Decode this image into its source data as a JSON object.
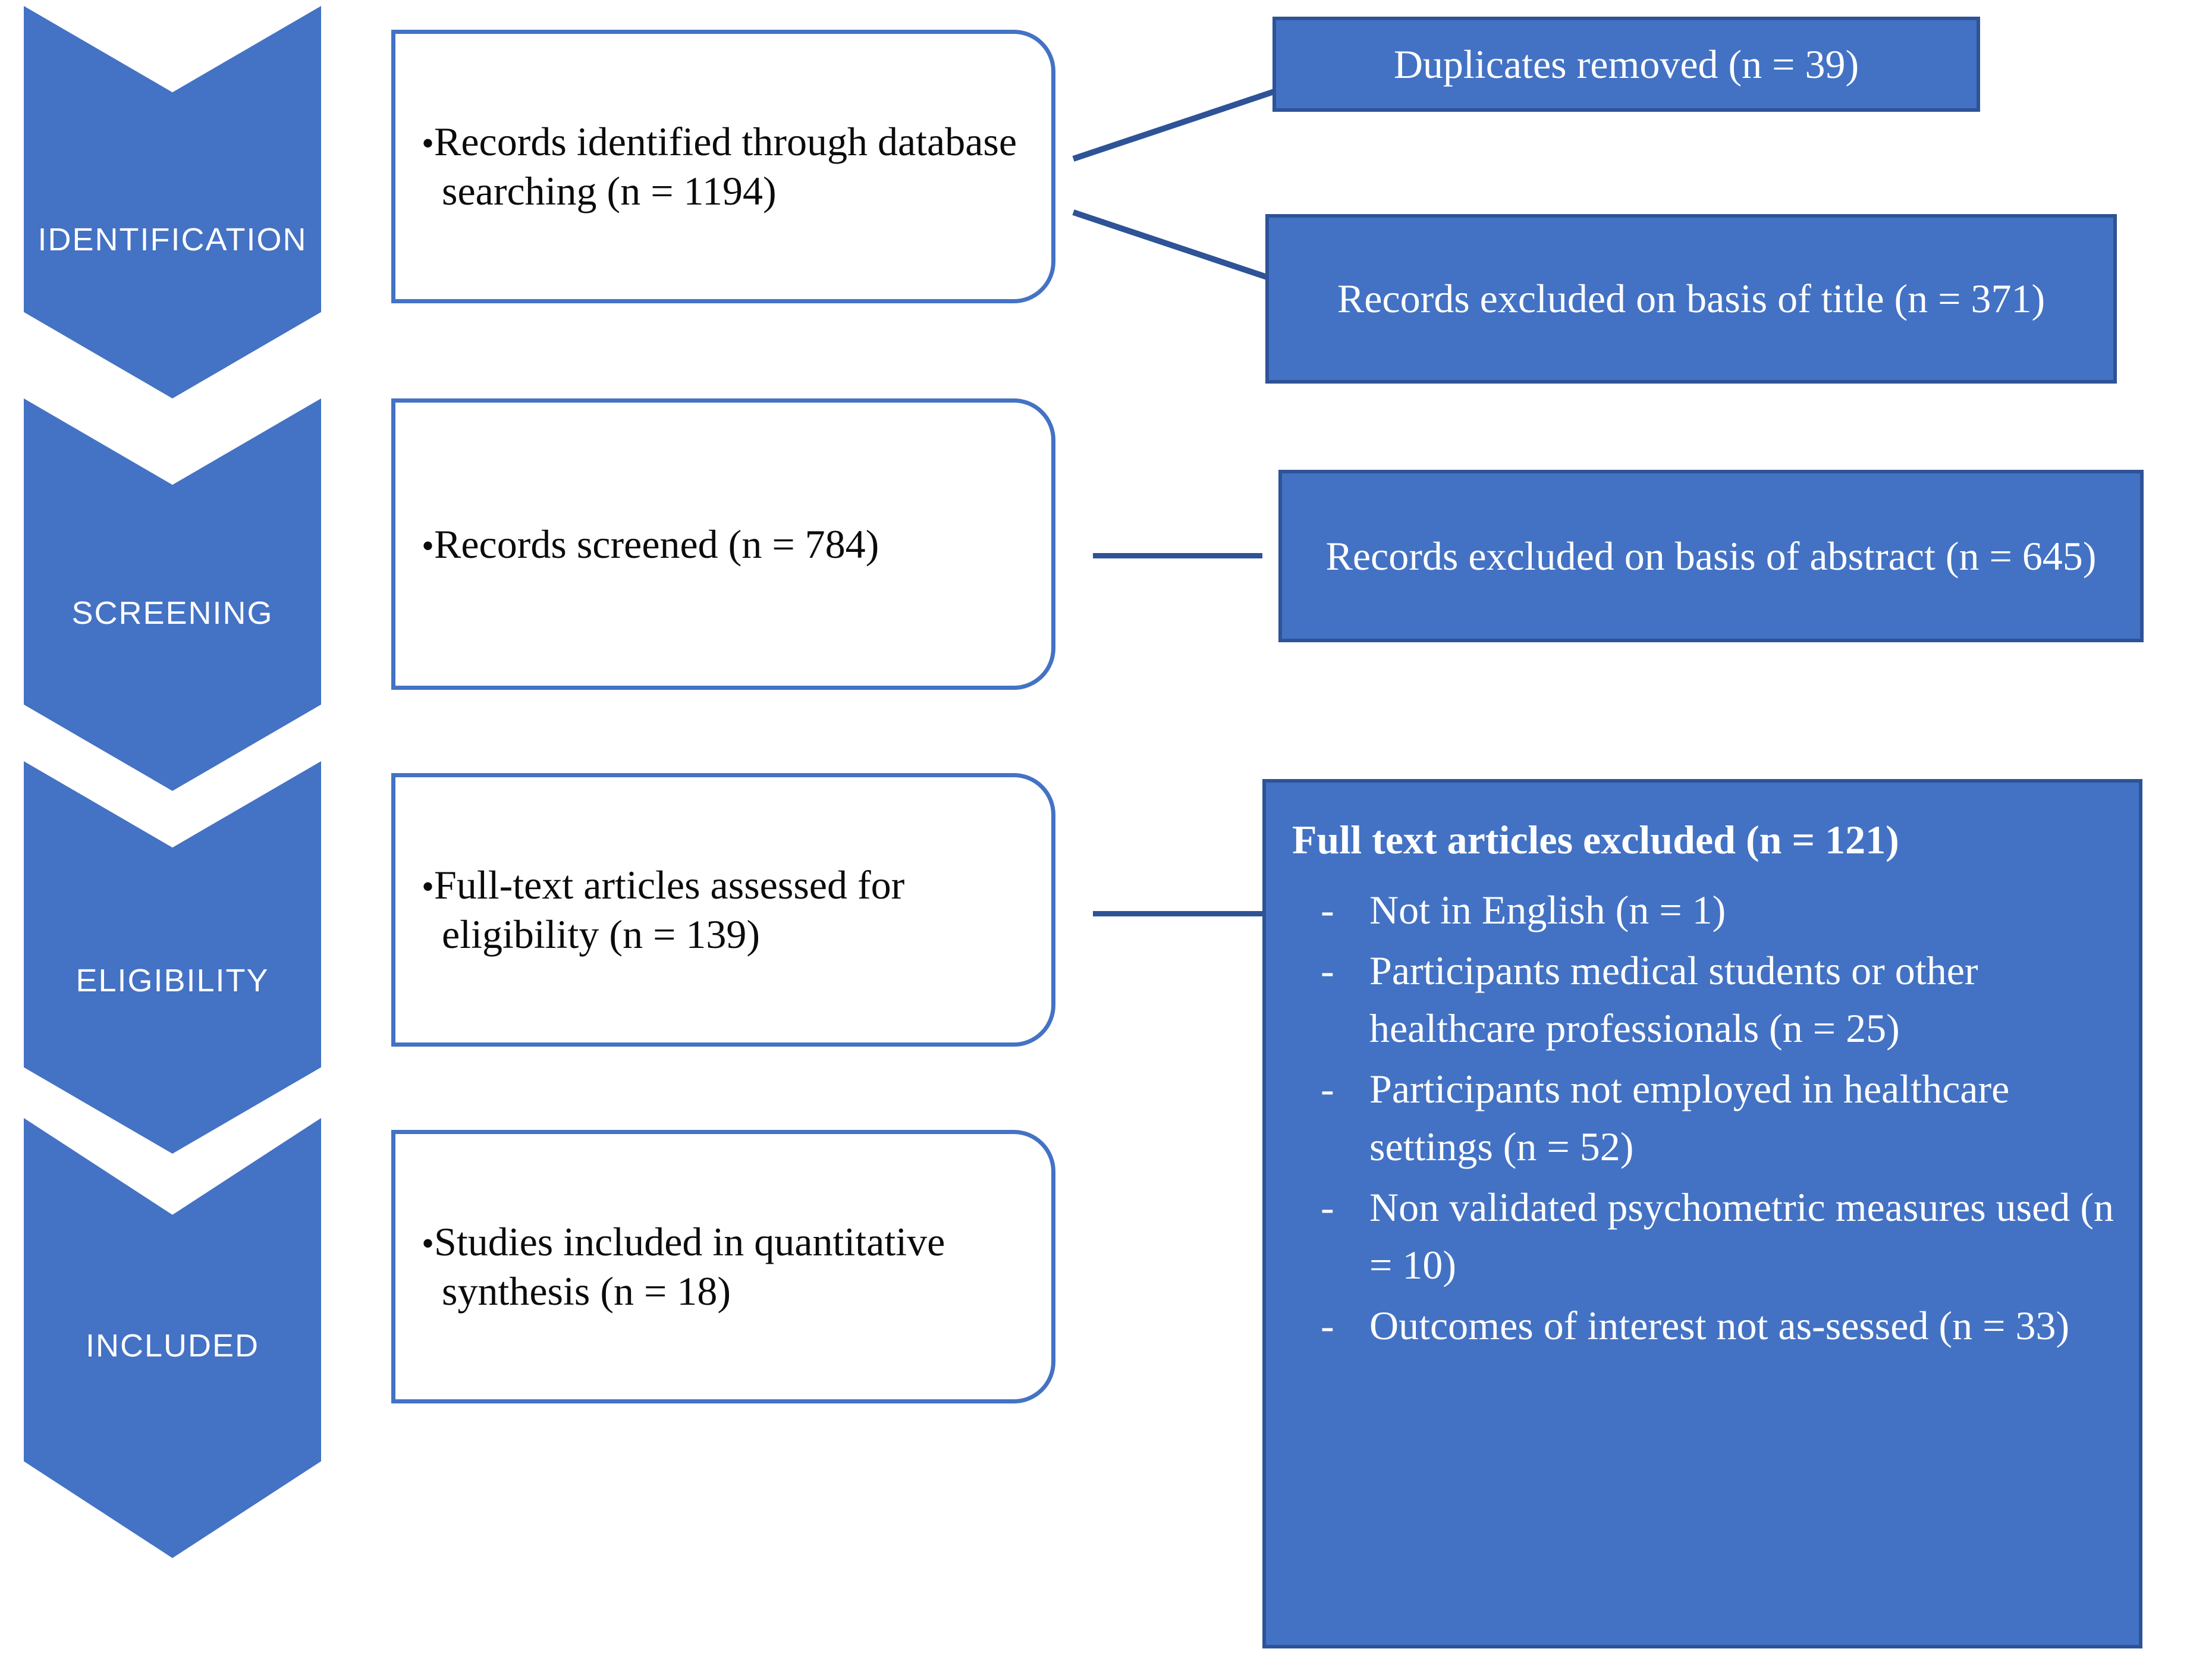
{
  "stages": [
    {
      "id": "identification",
      "label": "IDENTIFICATION"
    },
    {
      "id": "screening",
      "label": "SCREENING"
    },
    {
      "id": "eligibility",
      "label": "ELIGIBILITY"
    },
    {
      "id": "included",
      "label": "INCLUDED"
    }
  ],
  "flow_boxes": [
    {
      "id": "records-identified",
      "bullet": "•",
      "text": "Records identified through database searching (n = 1194)"
    },
    {
      "id": "records-screened",
      "bullet": "•",
      "text": "Records screened (n = 784)"
    },
    {
      "id": "fulltext-assessed",
      "bullet": "•",
      "text": "Full-text articles assessed for eligibility (n = 139)"
    },
    {
      "id": "studies-included",
      "bullet": "•",
      "text": "Studies included in quantitative synthesis (n = 18)"
    }
  ],
  "exclusion_boxes": [
    {
      "id": "duplicates-removed",
      "text": "Duplicates removed (n = 39)"
    },
    {
      "id": "excluded-title",
      "text": "Records excluded on basis of title (n = 371)"
    },
    {
      "id": "excluded-abstract",
      "text": "Records excluded on basis of abstract (n = 645)"
    }
  ],
  "fulltext_excluded": {
    "title": "Full text articles excluded (n = 121)",
    "dash": "-",
    "items": [
      "Not in English (n = 1)",
      "Participants medical students or other healthcare professionals (n = 25)",
      "Participants not employed in healthcare settings (n = 52)",
      "Non validated psychometric measures used (n = 10)",
      "Outcomes of interest not as-sessed (n = 33)"
    ]
  },
  "colors": {
    "chevron_fill": "#4472C4",
    "box_border": "#4472C4",
    "blue_box_fill": "#4372C4",
    "blue_box_border": "#2E5396",
    "connector": "#2E5396",
    "text_dark": "#0b0b0b",
    "text_light": "#ffffff"
  },
  "chart_data": {
    "type": "flowchart",
    "title": "PRISMA study selection flow diagram",
    "nodes": [
      {
        "stage": "IDENTIFICATION",
        "label": "Records identified through database searching",
        "n": 1194
      },
      {
        "stage": "IDENTIFICATION",
        "label": "Duplicates removed",
        "n": 39
      },
      {
        "stage": "IDENTIFICATION",
        "label": "Records excluded on basis of title",
        "n": 371
      },
      {
        "stage": "SCREENING",
        "label": "Records screened",
        "n": 784
      },
      {
        "stage": "SCREENING",
        "label": "Records excluded on basis of abstract",
        "n": 645
      },
      {
        "stage": "ELIGIBILITY",
        "label": "Full-text articles assessed for eligibility",
        "n": 139
      },
      {
        "stage": "ELIGIBILITY",
        "label": "Full text articles excluded",
        "n": 121
      },
      {
        "stage": "ELIGIBILITY",
        "label": "Not in English",
        "n": 1
      },
      {
        "stage": "ELIGIBILITY",
        "label": "Participants medical students or other healthcare professionals",
        "n": 25
      },
      {
        "stage": "ELIGIBILITY",
        "label": "Participants not employed in healthcare settings",
        "n": 52
      },
      {
        "stage": "ELIGIBILITY",
        "label": "Non validated psychometric measures used",
        "n": 10
      },
      {
        "stage": "ELIGIBILITY",
        "label": "Outcomes of interest not assessed",
        "n": 33
      },
      {
        "stage": "INCLUDED",
        "label": "Studies included in quantitative synthesis",
        "n": 18
      }
    ]
  }
}
